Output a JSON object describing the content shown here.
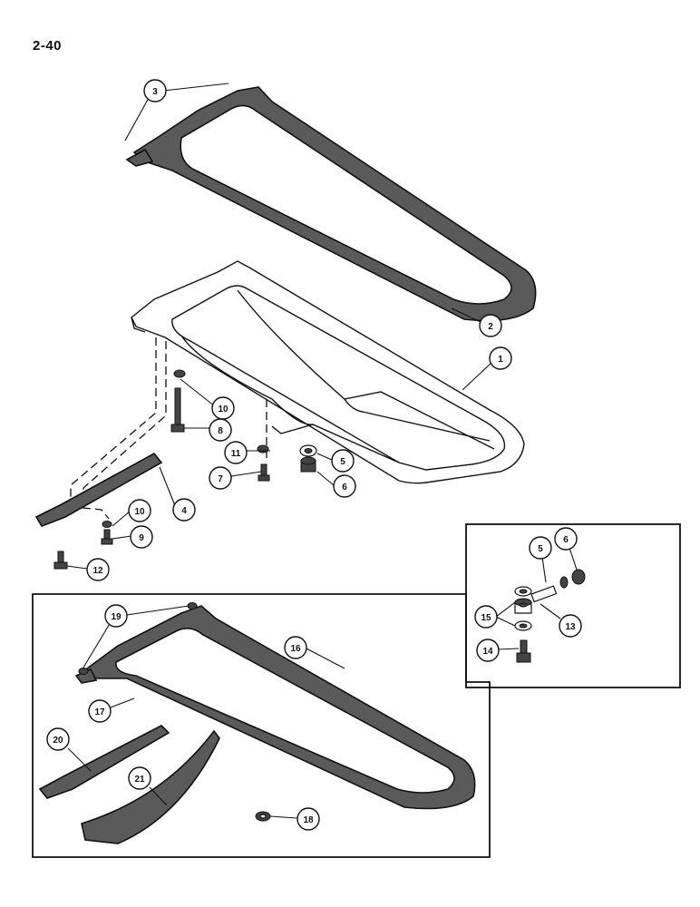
{
  "page": {
    "number": "2-40"
  },
  "callouts": [
    "1",
    "2",
    "3",
    "4",
    "5",
    "6",
    "7",
    "8",
    "9",
    "10",
    "11",
    "12",
    "13",
    "14",
    "15",
    "16",
    "17",
    "18",
    "19",
    "20",
    "21"
  ]
}
